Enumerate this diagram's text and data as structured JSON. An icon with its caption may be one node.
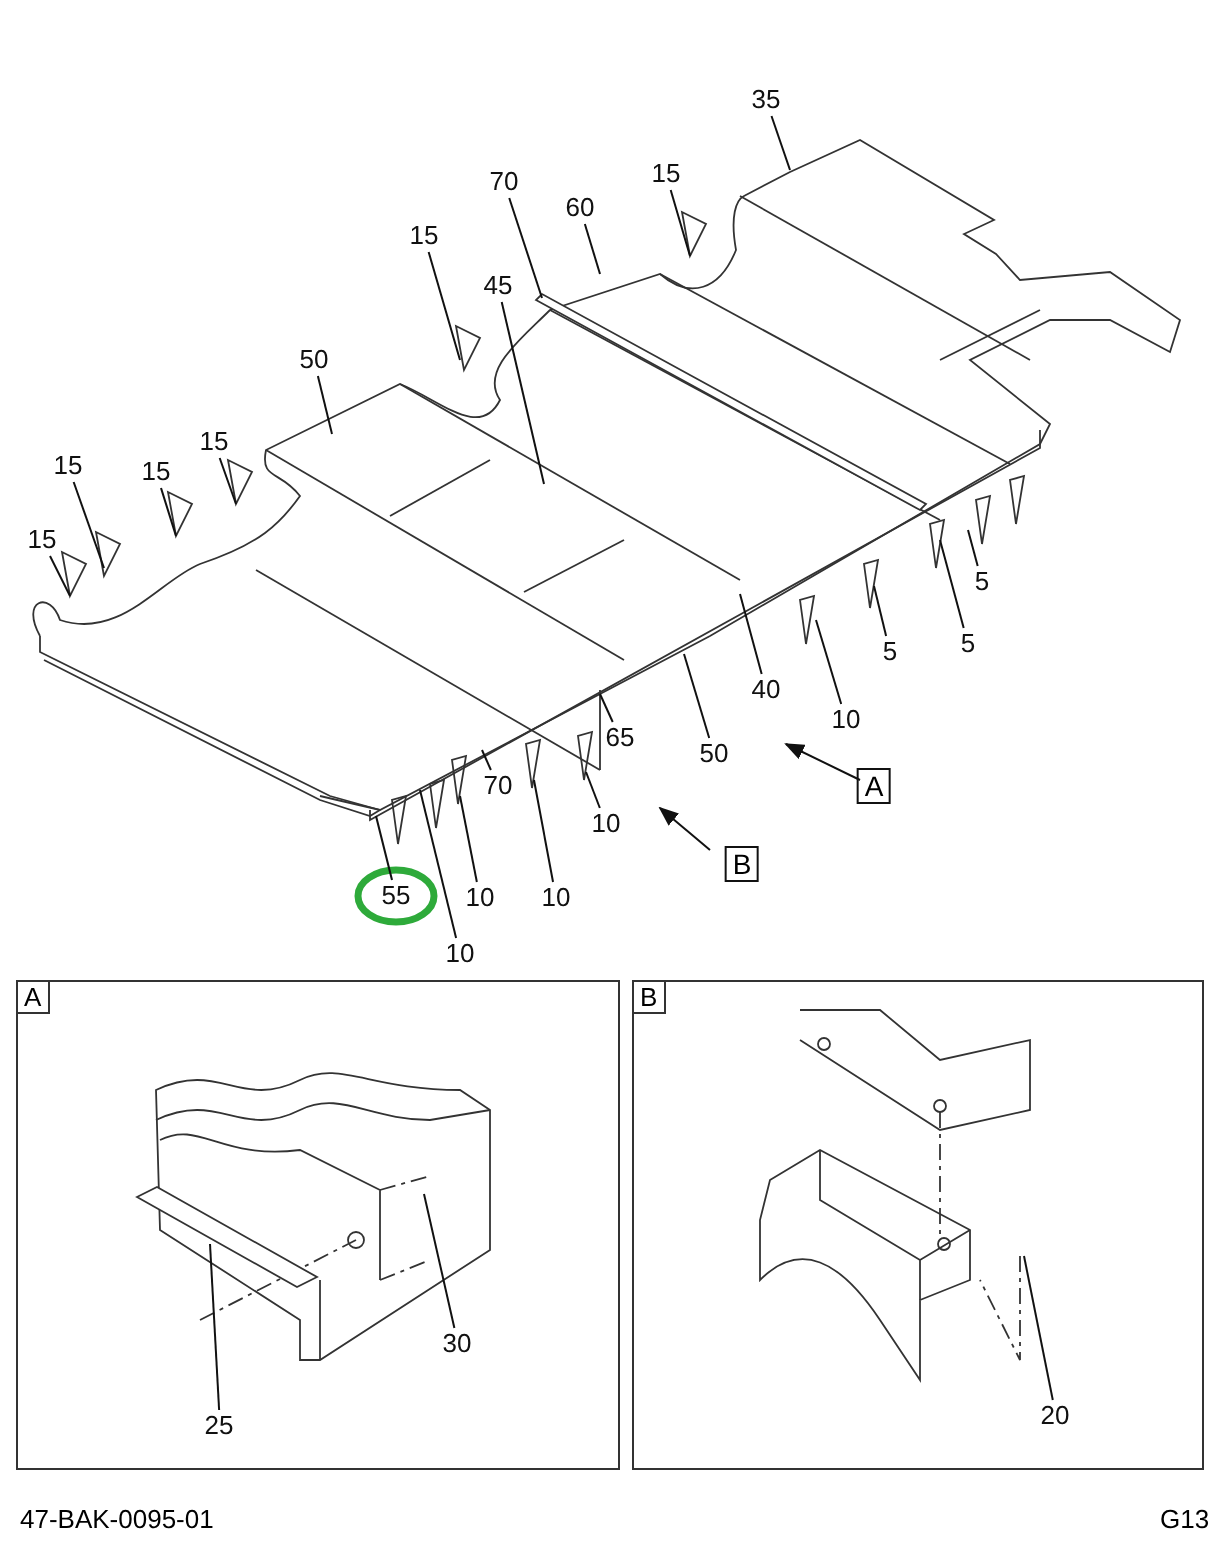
{
  "diagram": {
    "nodes": [
      {
        "text": [
          "35"
        ]
      },
      {
        "text": [
          "15"
        ]
      },
      {
        "text": [
          "70"
        ]
      },
      {
        "text": [
          "60"
        ]
      },
      {
        "text": [
          "15"
        ]
      },
      {
        "text": [
          "45"
        ]
      },
      {
        "text": [
          "50"
        ]
      },
      {
        "text": [
          "15"
        ]
      },
      {
        "text": [
          "15"
        ]
      },
      {
        "text": [
          "15"
        ]
      },
      {
        "text": [
          "15"
        ]
      },
      {
        "text": [
          "5"
        ]
      },
      {
        "text": [
          "5"
        ]
      },
      {
        "text": [
          "5"
        ]
      },
      {
        "text": [
          "40"
        ]
      },
      {
        "text": [
          "10"
        ]
      },
      {
        "text": [
          "65"
        ]
      },
      {
        "text": [
          "50"
        ]
      },
      {
        "text": [
          "10"
        ]
      },
      {
        "text": [
          "70"
        ]
      },
      {
        "text": [
          "10"
        ]
      },
      {
        "text": [
          "10"
        ]
      },
      {
        "text": [
          "55"
        ]
      },
      {
        "text": [
          "10"
        ]
      },
      {
        "text": [
          "A"
        ]
      },
      {
        "text": [
          "30"
        ],
        "in": 24
      },
      {
        "text": [
          "25"
        ],
        "in": 24
      },
      {
        "text": [
          "B"
        ]
      },
      {
        "text": [
          "20"
        ],
        "in": 27
      },
      {
        "text": [],
        "shape": "triangle"
      },
      {
        "text": [],
        "shape": "triangle"
      },
      {
        "text": [],
        "shape": "bar"
      },
      {
        "text": [],
        "shape": "triangle"
      },
      {
        "text": [],
        "shape": "triangle"
      },
      {
        "text": [],
        "shape": "triangle"
      },
      {
        "text": [],
        "shape": "bar",
        "in": 24
      }
    ],
    "edges": [
      {
        "from": 0,
        "to": null,
        "arrow": "none"
      },
      {
        "from": 1,
        "to": null,
        "arrow": "none"
      },
      {
        "from": 2,
        "to": 31,
        "arrow": "none"
      },
      {
        "from": 3,
        "to": null,
        "arrow": "none"
      },
      {
        "from": 4,
        "to": 29,
        "arrow": "none"
      },
      {
        "from": 5,
        "to": null,
        "arrow": "none"
      },
      {
        "from": 6,
        "to": null,
        "arrow": "none"
      },
      {
        "from": 7,
        "to": 30,
        "arrow": "none"
      },
      {
        "from": 8,
        "to": null,
        "arrow": "none"
      },
      {
        "from": 9,
        "to": null,
        "arrow": "none"
      },
      {
        "from": 10,
        "to": null,
        "arrow": "none"
      },
      {
        "from": 11,
        "to": null,
        "arrow": "none"
      },
      {
        "from": 12,
        "to": null,
        "arrow": "none"
      },
      {
        "from": 13,
        "to": null,
        "arrow": "none"
      },
      {
        "from": 14,
        "to": null,
        "arrow": "none"
      },
      {
        "from": 15,
        "to": null,
        "arrow": "none"
      },
      {
        "from": 16,
        "to": null,
        "arrow": "none"
      },
      {
        "from": 17,
        "to": null,
        "arrow": "none"
      },
      {
        "from": 18,
        "to": 34,
        "arrow": "none"
      },
      {
        "from": 19,
        "to": null,
        "arrow": "none"
      },
      {
        "from": 20,
        "to": 32,
        "arrow": "none"
      },
      {
        "from": 21,
        "to": 33,
        "arrow": "none"
      },
      {
        "from": 22,
        "to": null,
        "arrow": "none"
      },
      {
        "from": 23,
        "to": null,
        "arrow": "none"
      },
      {
        "from": 25,
        "to": null,
        "arrow": "none"
      },
      {
        "from": 26,
        "to": 35,
        "arrow": "none"
      },
      {
        "from": 28,
        "to": null,
        "arrow": "none"
      }
    ],
    "labels": [
      "A",
      "B",
      "47-BAK-0095-01",
      "G13"
    ]
  }
}
